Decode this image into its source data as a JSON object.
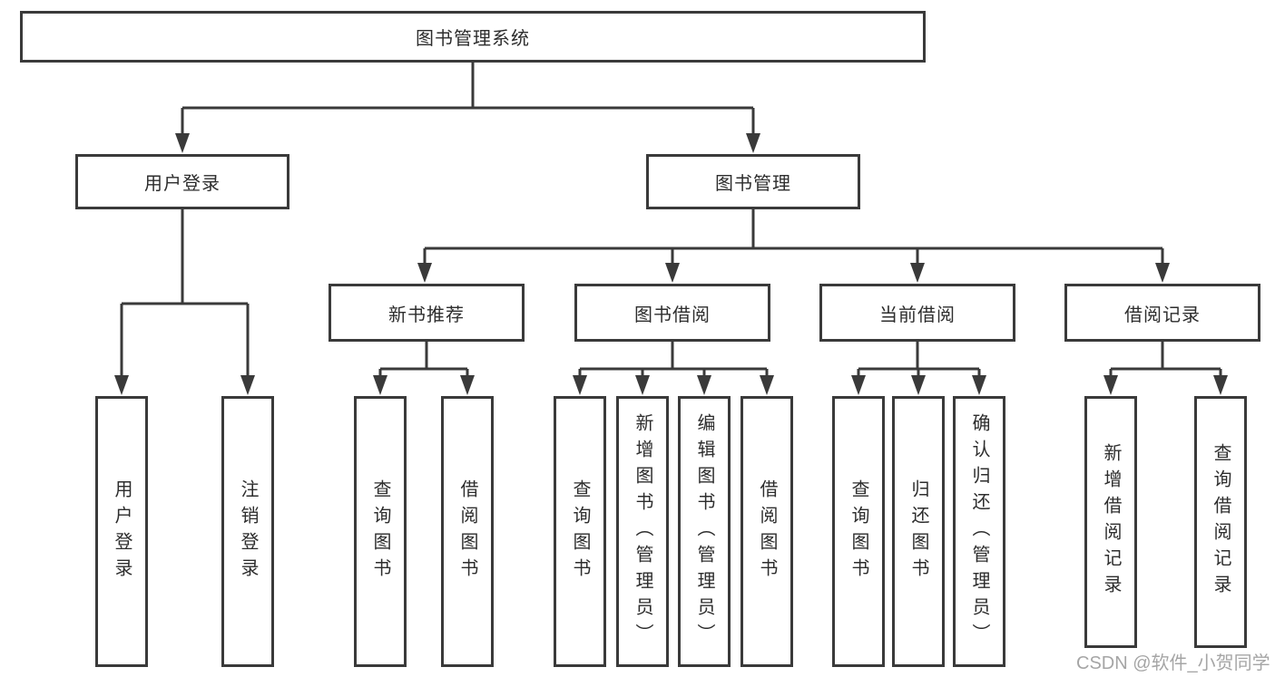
{
  "diagram": {
    "root": {
      "label": "图书管理系统"
    },
    "level2": [
      {
        "label": "用户登录"
      },
      {
        "label": "图书管理"
      }
    ],
    "level3": [
      {
        "label": "新书推荐"
      },
      {
        "label": "图书借阅"
      },
      {
        "label": "当前借阅"
      },
      {
        "label": "借阅记录"
      }
    ],
    "leaves": {
      "user_login": [
        "用户登录",
        "注销登录"
      ],
      "new_book_recommend": [
        "查询图书",
        "借阅图书"
      ],
      "book_borrow": [
        "查询图书",
        "新增图书（管理员）",
        "编辑图书（管理员）",
        "借阅图书"
      ],
      "current_borrow": [
        "查询图书",
        "归还图书",
        "确认归还（管理员）"
      ],
      "borrow_record": [
        "新增借阅记录",
        "查询借阅记录"
      ]
    },
    "watermark": "CSDN @软件_小贺同学",
    "colors": {
      "line": "#3a3a3a",
      "box_border": "#3a3a3a",
      "text": "#2d2d2d",
      "watermark": "#9e9e9e",
      "background": "#ffffff"
    }
  }
}
